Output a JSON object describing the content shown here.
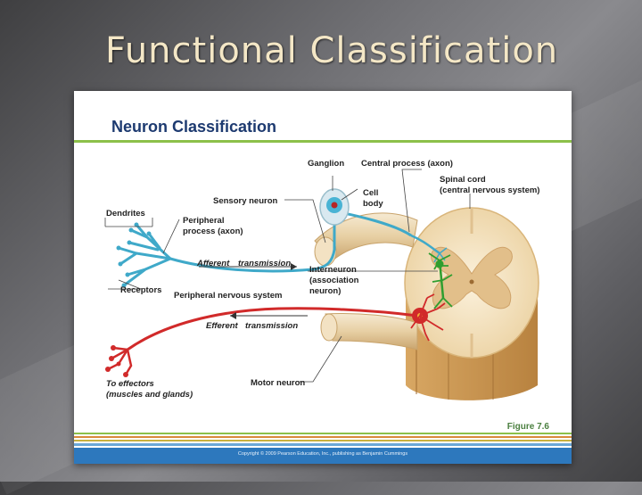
{
  "slide": {
    "title": "Functional Classification"
  },
  "figure": {
    "heading": "Neuron Classification",
    "figure_number": "Figure 7.6",
    "copyright": "Copyright © 2009 Pearson Education, Inc., publishing as Benjamin Cummings",
    "labels": {
      "ganglion": "Ganglion",
      "central_process": "Central process (axon)",
      "spinal_cord_1": "Spinal cord",
      "spinal_cord_2": "(central nervous system)",
      "cell_body_1": "Cell",
      "cell_body_2": "body",
      "sensory_neuron": "Sensory neuron",
      "dendrites": "Dendrites",
      "peripheral_process_1": "Peripheral",
      "peripheral_process_2": "process (axon)",
      "afferent_1": "Afferent",
      "afferent_2": "transmission",
      "interneuron_1": "Interneuron",
      "interneuron_2": "(association",
      "interneuron_3": "neuron)",
      "receptors": "Receptors",
      "pns": "Peripheral nervous system",
      "efferent_1": "Efferent",
      "efferent_2": "transmission",
      "effectors_1": "To effectors",
      "effectors_2": "(muscles and glands)",
      "motor_neuron": "Motor neuron"
    },
    "colors": {
      "heading": "#1d3a70",
      "rule": "#8cc04a",
      "sensory": "#3fa9c9",
      "motor": "#d12a2a",
      "interneuron": "#2f9e2f",
      "spinal_white": "#f6e8c8",
      "spinal_grey": "#e2bf8a",
      "footer": "#2d78bd"
    }
  }
}
